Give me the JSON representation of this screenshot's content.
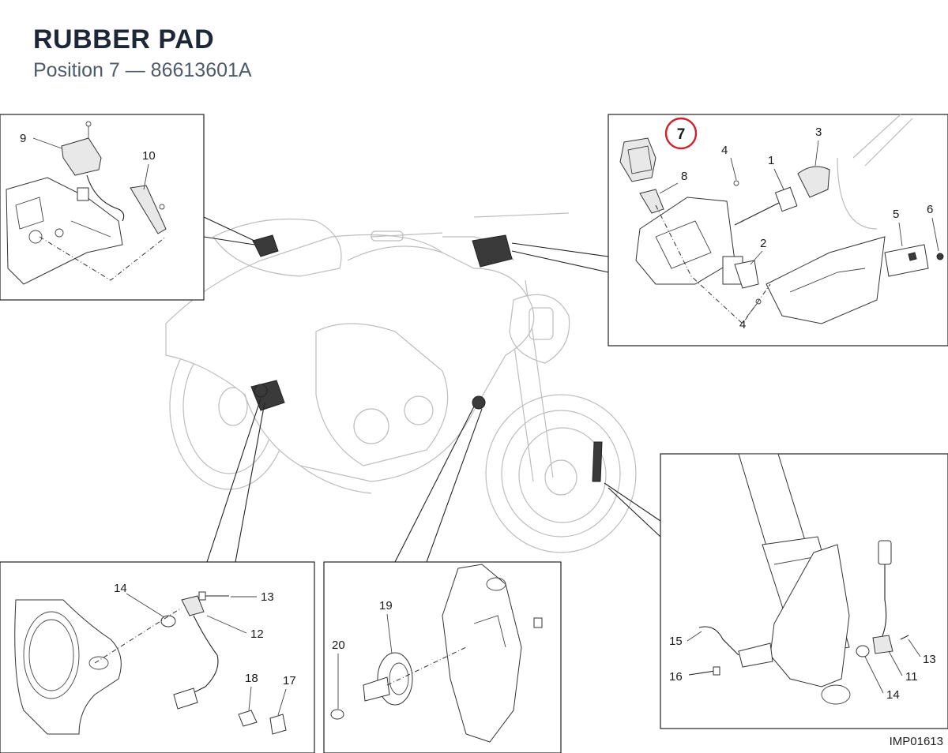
{
  "header": {
    "title": "RUBBER PAD",
    "subtitle": "Position 7 — 86613601A"
  },
  "highlight": {
    "position": "7",
    "color": "#d0202a"
  },
  "callouts": {
    "top_left": [
      "9",
      "10"
    ],
    "top_right": [
      "7",
      "4",
      "3",
      "1",
      "8",
      "5",
      "6",
      "2",
      "4"
    ],
    "bottom_left": [
      "14",
      "13",
      "12",
      "18",
      "17"
    ],
    "bottom_middle": [
      "19",
      "20"
    ],
    "bottom_right": [
      "15",
      "16",
      "13",
      "11",
      "14"
    ]
  },
  "image_code": "IMP01613"
}
